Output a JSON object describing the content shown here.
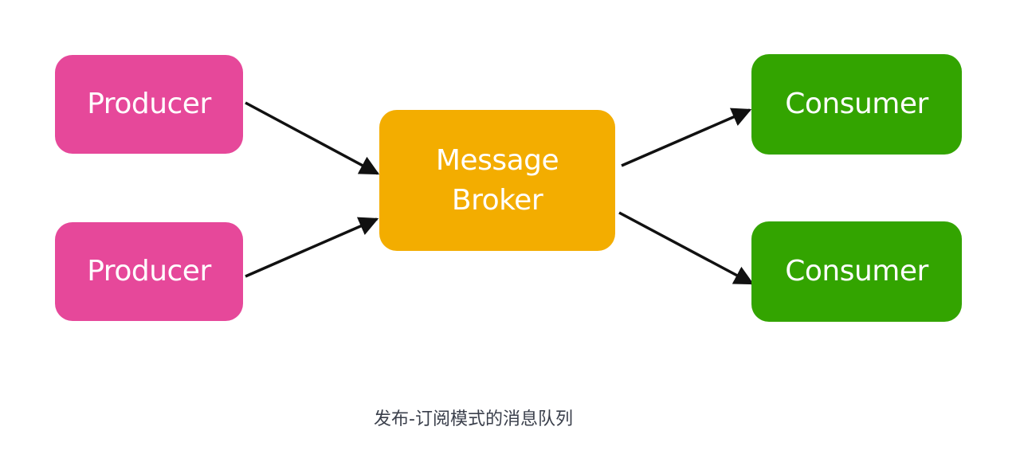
{
  "diagram": {
    "colors": {
      "producer": "#e6489a",
      "broker": "#f3ad00",
      "consumer": "#33a400",
      "arrow": "#111111"
    },
    "producers": [
      {
        "label": "Producer"
      },
      {
        "label": "Producer"
      }
    ],
    "broker": {
      "line1": "Message",
      "line2": "Broker"
    },
    "consumers": [
      {
        "label": "Consumer"
      },
      {
        "label": "Consumer"
      }
    ],
    "edges": [
      {
        "from": "producer-1",
        "to": "broker"
      },
      {
        "from": "producer-2",
        "to": "broker"
      },
      {
        "from": "broker",
        "to": "consumer-1"
      },
      {
        "from": "broker",
        "to": "consumer-2"
      }
    ],
    "caption": "发布-订阅模式的消息队列"
  }
}
